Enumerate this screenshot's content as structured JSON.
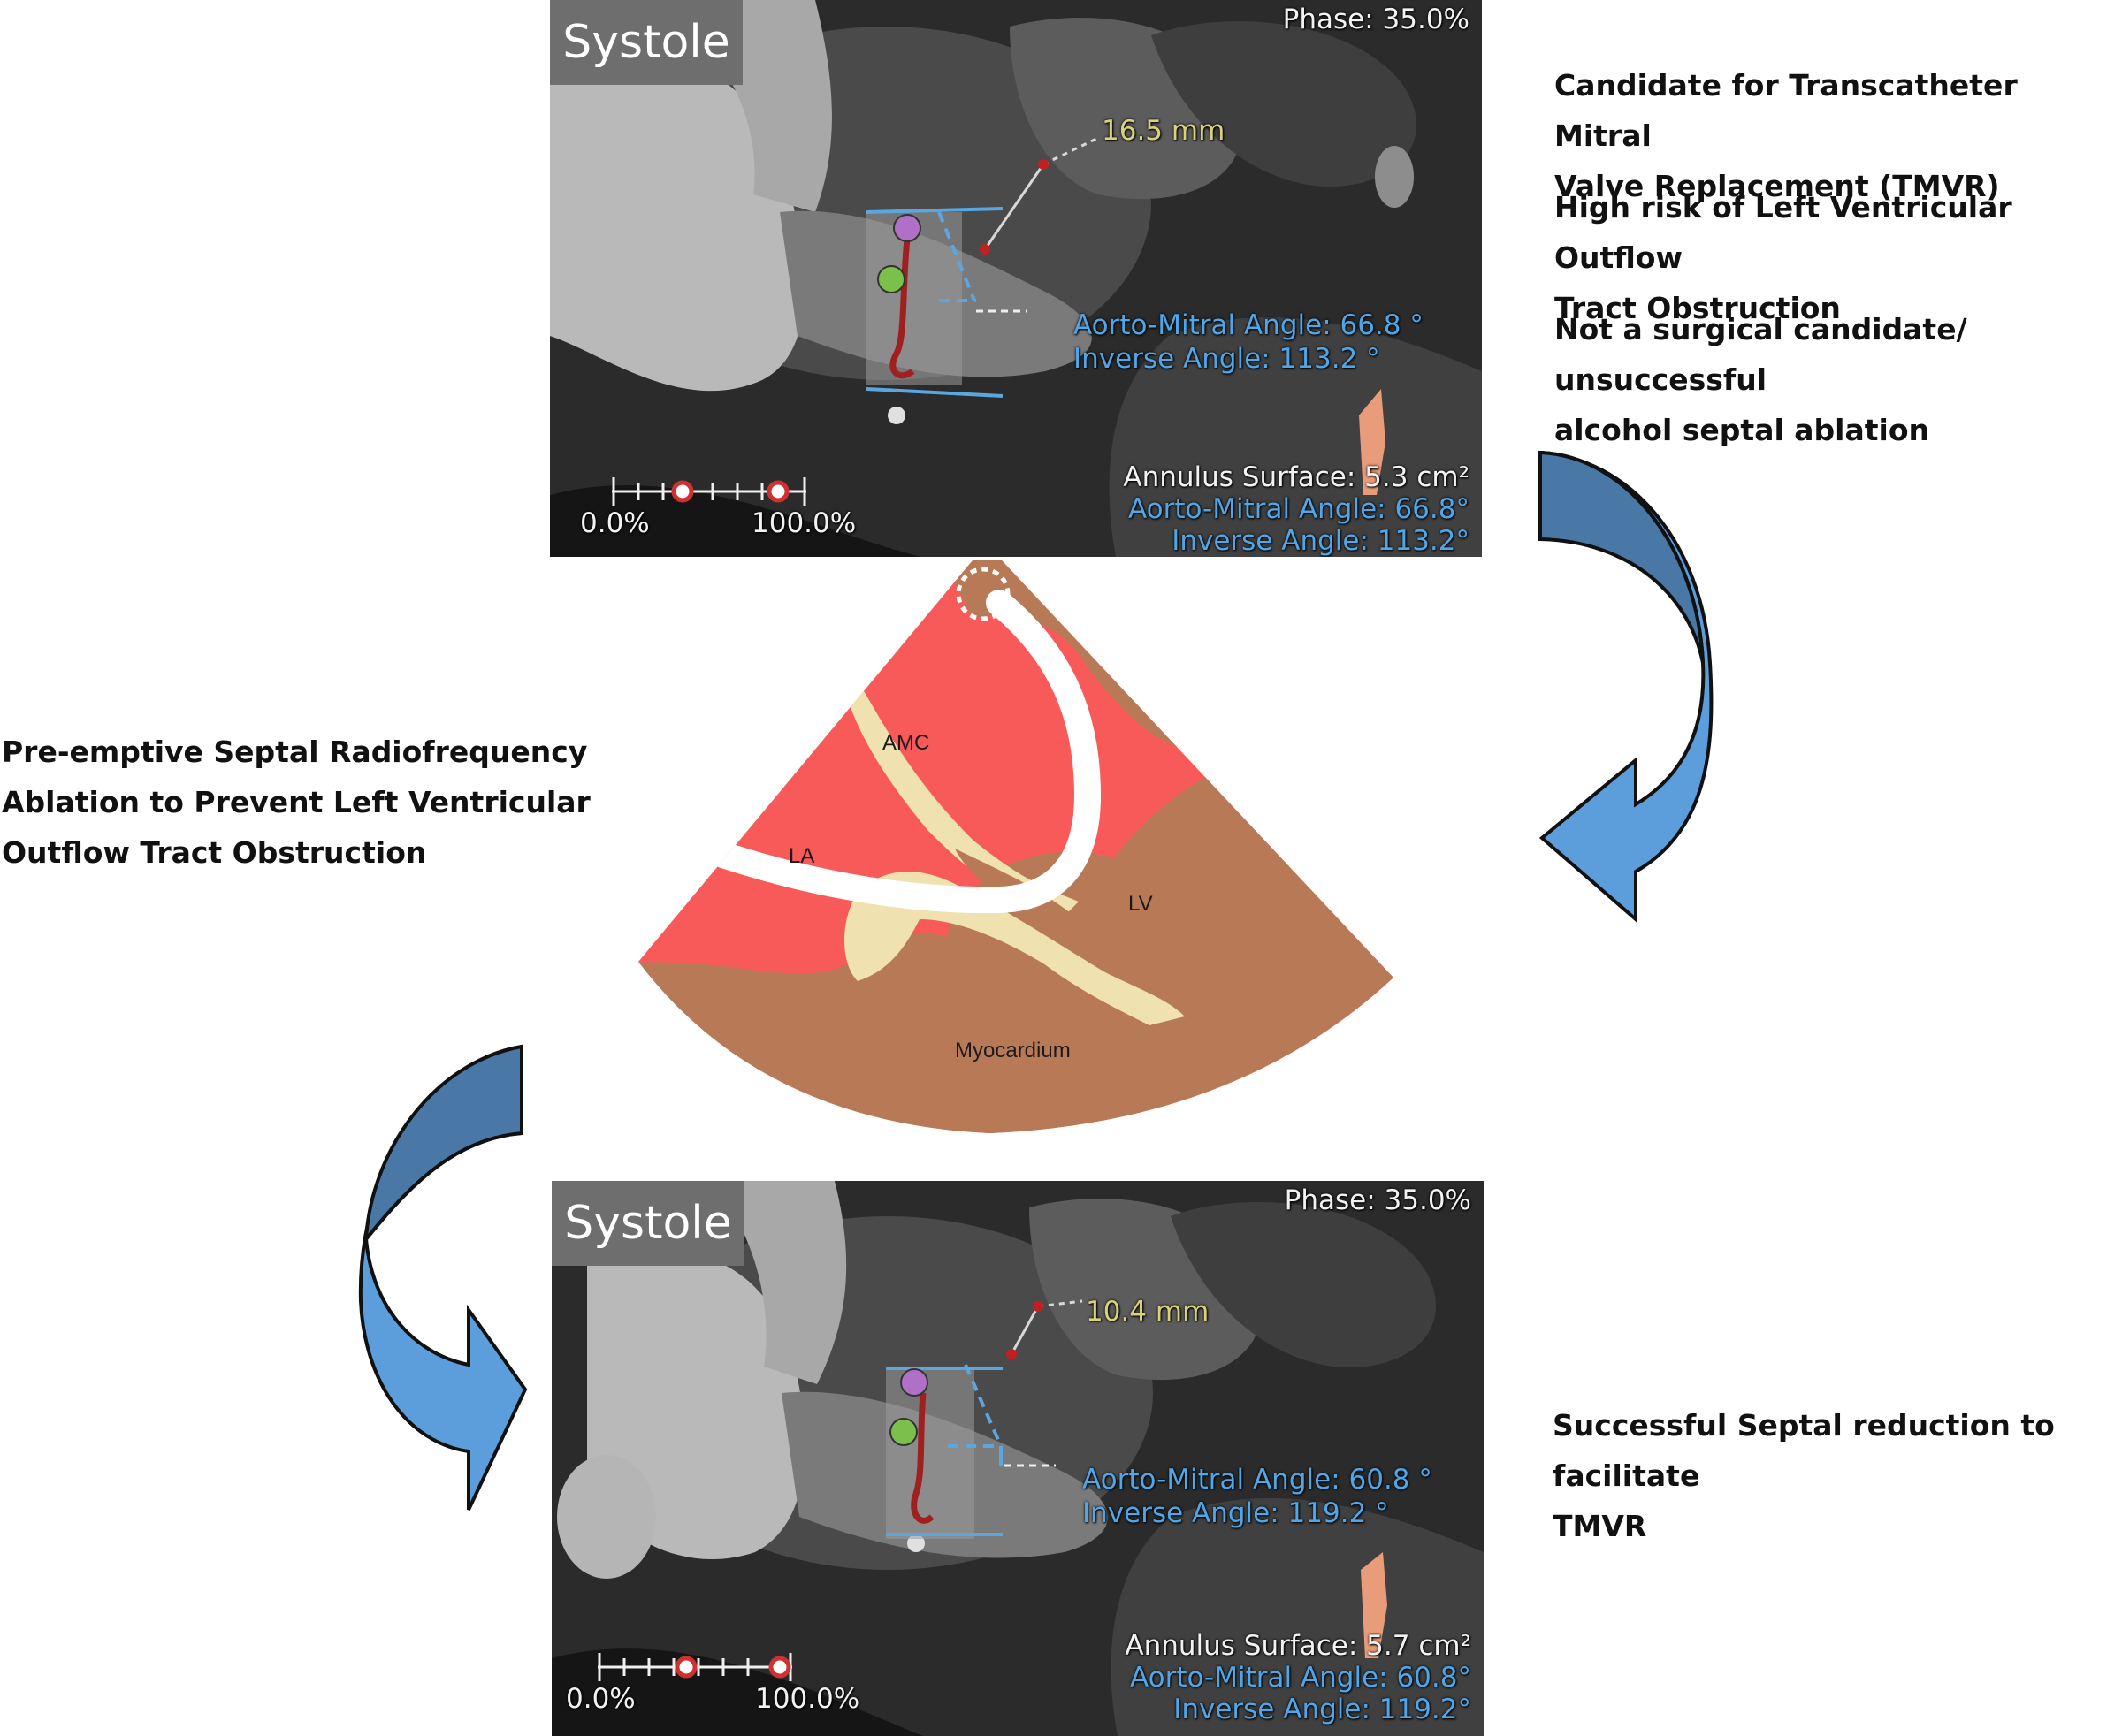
{
  "notes": {
    "candidate_line1": "Candidate for Transcatheter Mitral",
    "candidate_line2": "Valve Replacement (TMVR)",
    "risk_line1": "High risk of Left Ventricular Outflow",
    "risk_line2": "Tract Obstruction",
    "surgical_line1": "Not a surgical candidate/ unsuccessful",
    "surgical_line2": "alcohol septal ablation",
    "ablation_line1": "Pre-emptive Septal Radiofrequency",
    "ablation_line2": "Ablation to Prevent Left Ventricular",
    "ablation_line3": "Outflow Tract Obstruction",
    "success_line1": "Successful Septal reduction to facilitate",
    "success_line2": "TMVR"
  },
  "ct_top": {
    "tag": "Systole",
    "phase": "Phase: 35.0%",
    "distance": "16.5 mm",
    "aorto_mitral_angle": "Aorto-Mitral Angle: 66.8 °",
    "inverse_angle": "Inverse Angle: 113.2 °",
    "annulus_surface": "Annulus Surface: 5.3 cm²",
    "aorto_mitral_angle_summary": "Aorto-Mitral Angle: 66.8°",
    "inverse_angle_summary": "Inverse Angle: 113.2°",
    "scale_start": "0.0%",
    "scale_end": "100.0%"
  },
  "ct_bottom": {
    "tag": "Systole",
    "phase": "Phase: 35.0%",
    "distance": "10.4 mm",
    "aorto_mitral_angle": "Aorto-Mitral Angle: 60.8 °",
    "inverse_angle": "Inverse Angle: 119.2 °",
    "annulus_surface": "Annulus Surface: 5.7 cm²",
    "aorto_mitral_angle_summary": "Aorto-Mitral Angle: 60.8°",
    "inverse_angle_summary": "Inverse Angle: 119.2°",
    "scale_start": "0.0%",
    "scale_end": "100.0%"
  },
  "echo": {
    "label_amc": "AMC",
    "label_la": "LA",
    "label_lv": "LV",
    "label_myocardium": "Myocardium",
    "colors": {
      "blood": "#f85a5a",
      "myocardium": "#b87a56",
      "valve": "#efe2b0",
      "catheter": "#ffffff"
    }
  },
  "arrows": {
    "color_dark": "#4a78a6",
    "color_light": "#5b9edb",
    "outline": "#111111"
  }
}
